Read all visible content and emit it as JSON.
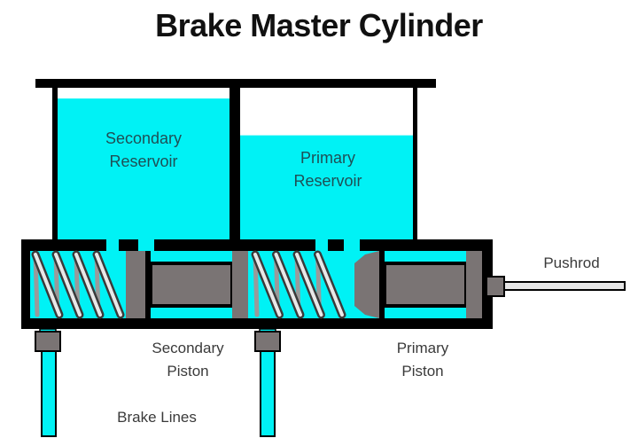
{
  "title": "Brake Master Cylinder",
  "colors": {
    "fluid": "#00f2f5",
    "outline": "#000000",
    "piston": "#7a7474",
    "rod": "#e0e0e0",
    "label": "#3a3a3a",
    "reservoir_label": "#1f4f55"
  },
  "labels": {
    "secondary_reservoir": [
      "Secondary",
      "Reservoir"
    ],
    "primary_reservoir": [
      "Primary",
      "Reservoir"
    ],
    "secondary_piston": [
      "Secondary",
      "Piston"
    ],
    "primary_piston": [
      "Primary",
      "Piston"
    ],
    "pushrod": "Pushrod",
    "brake_lines": "Brake Lines"
  },
  "reservoirs": {
    "secondary_fill_fraction": 0.93,
    "primary_fill_fraction": 0.69
  }
}
